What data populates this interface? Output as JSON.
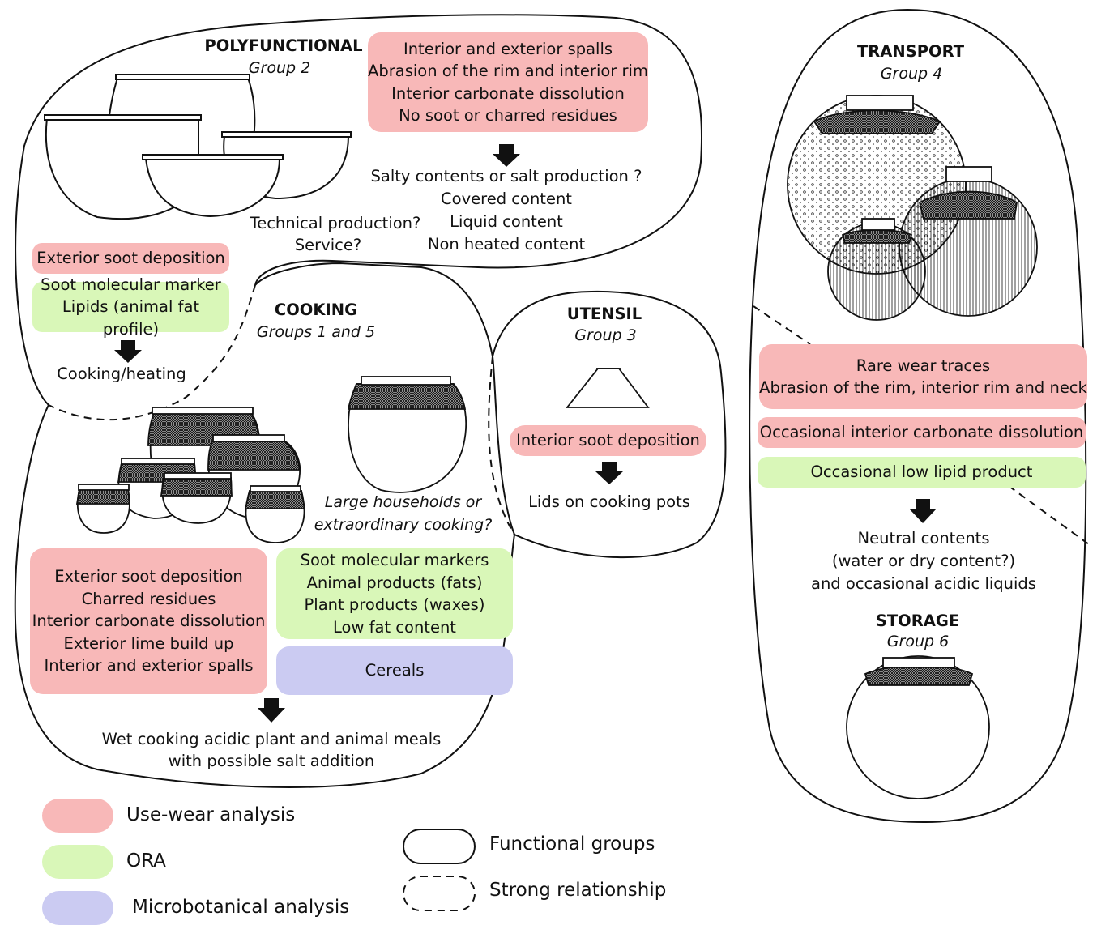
{
  "polyfunctional": {
    "title": "POLYFUNCTIONAL",
    "group": "Group 2",
    "usewear": [
      "Interior and exterior spalls",
      "Abrasion of the rim and interior rim",
      "Interior carbonate dissolution",
      "No soot or charred residues"
    ],
    "result": [
      "Salty contents or salt production ?",
      "Covered content",
      "Liquid content",
      "Non heated content"
    ],
    "tech": [
      "Technical production?",
      "Service?"
    ],
    "soot": "Exterior soot deposition",
    "ora": [
      "Soot molecular marker",
      "Lipids (animal fat profile)"
    ],
    "cooking_result": "Cooking/heating"
  },
  "cooking": {
    "title": "COOKING",
    "group": "Groups 1 and 5",
    "large_question": [
      "Large households or",
      "extraordinary cooking?"
    ],
    "usewear": [
      "Exterior soot deposition",
      "Charred residues",
      "Interior carbonate dissolution",
      "Exterior lime build up",
      "Interior and exterior spalls"
    ],
    "ora": [
      "Soot molecular markers",
      "Animal products (fats)",
      "Plant products (waxes)",
      "Low fat content"
    ],
    "micro": "Cereals",
    "result": [
      "Wet cooking acidic plant and animal meals",
      "with possible salt addition"
    ]
  },
  "utensil": {
    "title": "UTENSIL",
    "group": "Group 3",
    "usewear": "Interior soot deposition",
    "result": "Lids on cooking pots"
  },
  "transport": {
    "title": "TRANSPORT",
    "group": "Group 4",
    "usewear1": [
      "Rare wear traces",
      "Abrasion of the rim, interior rim and neck"
    ],
    "usewear2": "Occasional interior carbonate dissolution",
    "ora": "Occasional low lipid product",
    "result": [
      "Neutral contents",
      "(water or dry content?)",
      "and occasional acidic liquids"
    ]
  },
  "storage": {
    "title": "STORAGE",
    "group": "Group 6"
  },
  "legend": {
    "usewear": "Use-wear analysis",
    "ora": "ORA",
    "micro": "Microbotanical analysis",
    "functional": "Functional groups",
    "strong": "Strong relationship"
  },
  "colors": {
    "usewear": "#f8b8b8",
    "ora": "#d9f7b8",
    "micro": "#cbcbf2"
  }
}
